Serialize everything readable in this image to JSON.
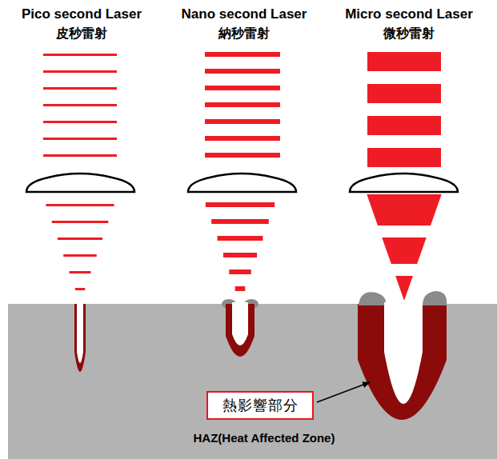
{
  "diagram": {
    "nodes": [
      {
        "text": [
          "熱影響部分"
        ]
      }
    ],
    "labels": [
      "Pico second Laser",
      "皮秒雷射",
      "Nano second Laser",
      "納秒雷射",
      "Micro second Laser",
      "微秒雷射",
      "HAZ(Heat Affected Zone)"
    ]
  }
}
